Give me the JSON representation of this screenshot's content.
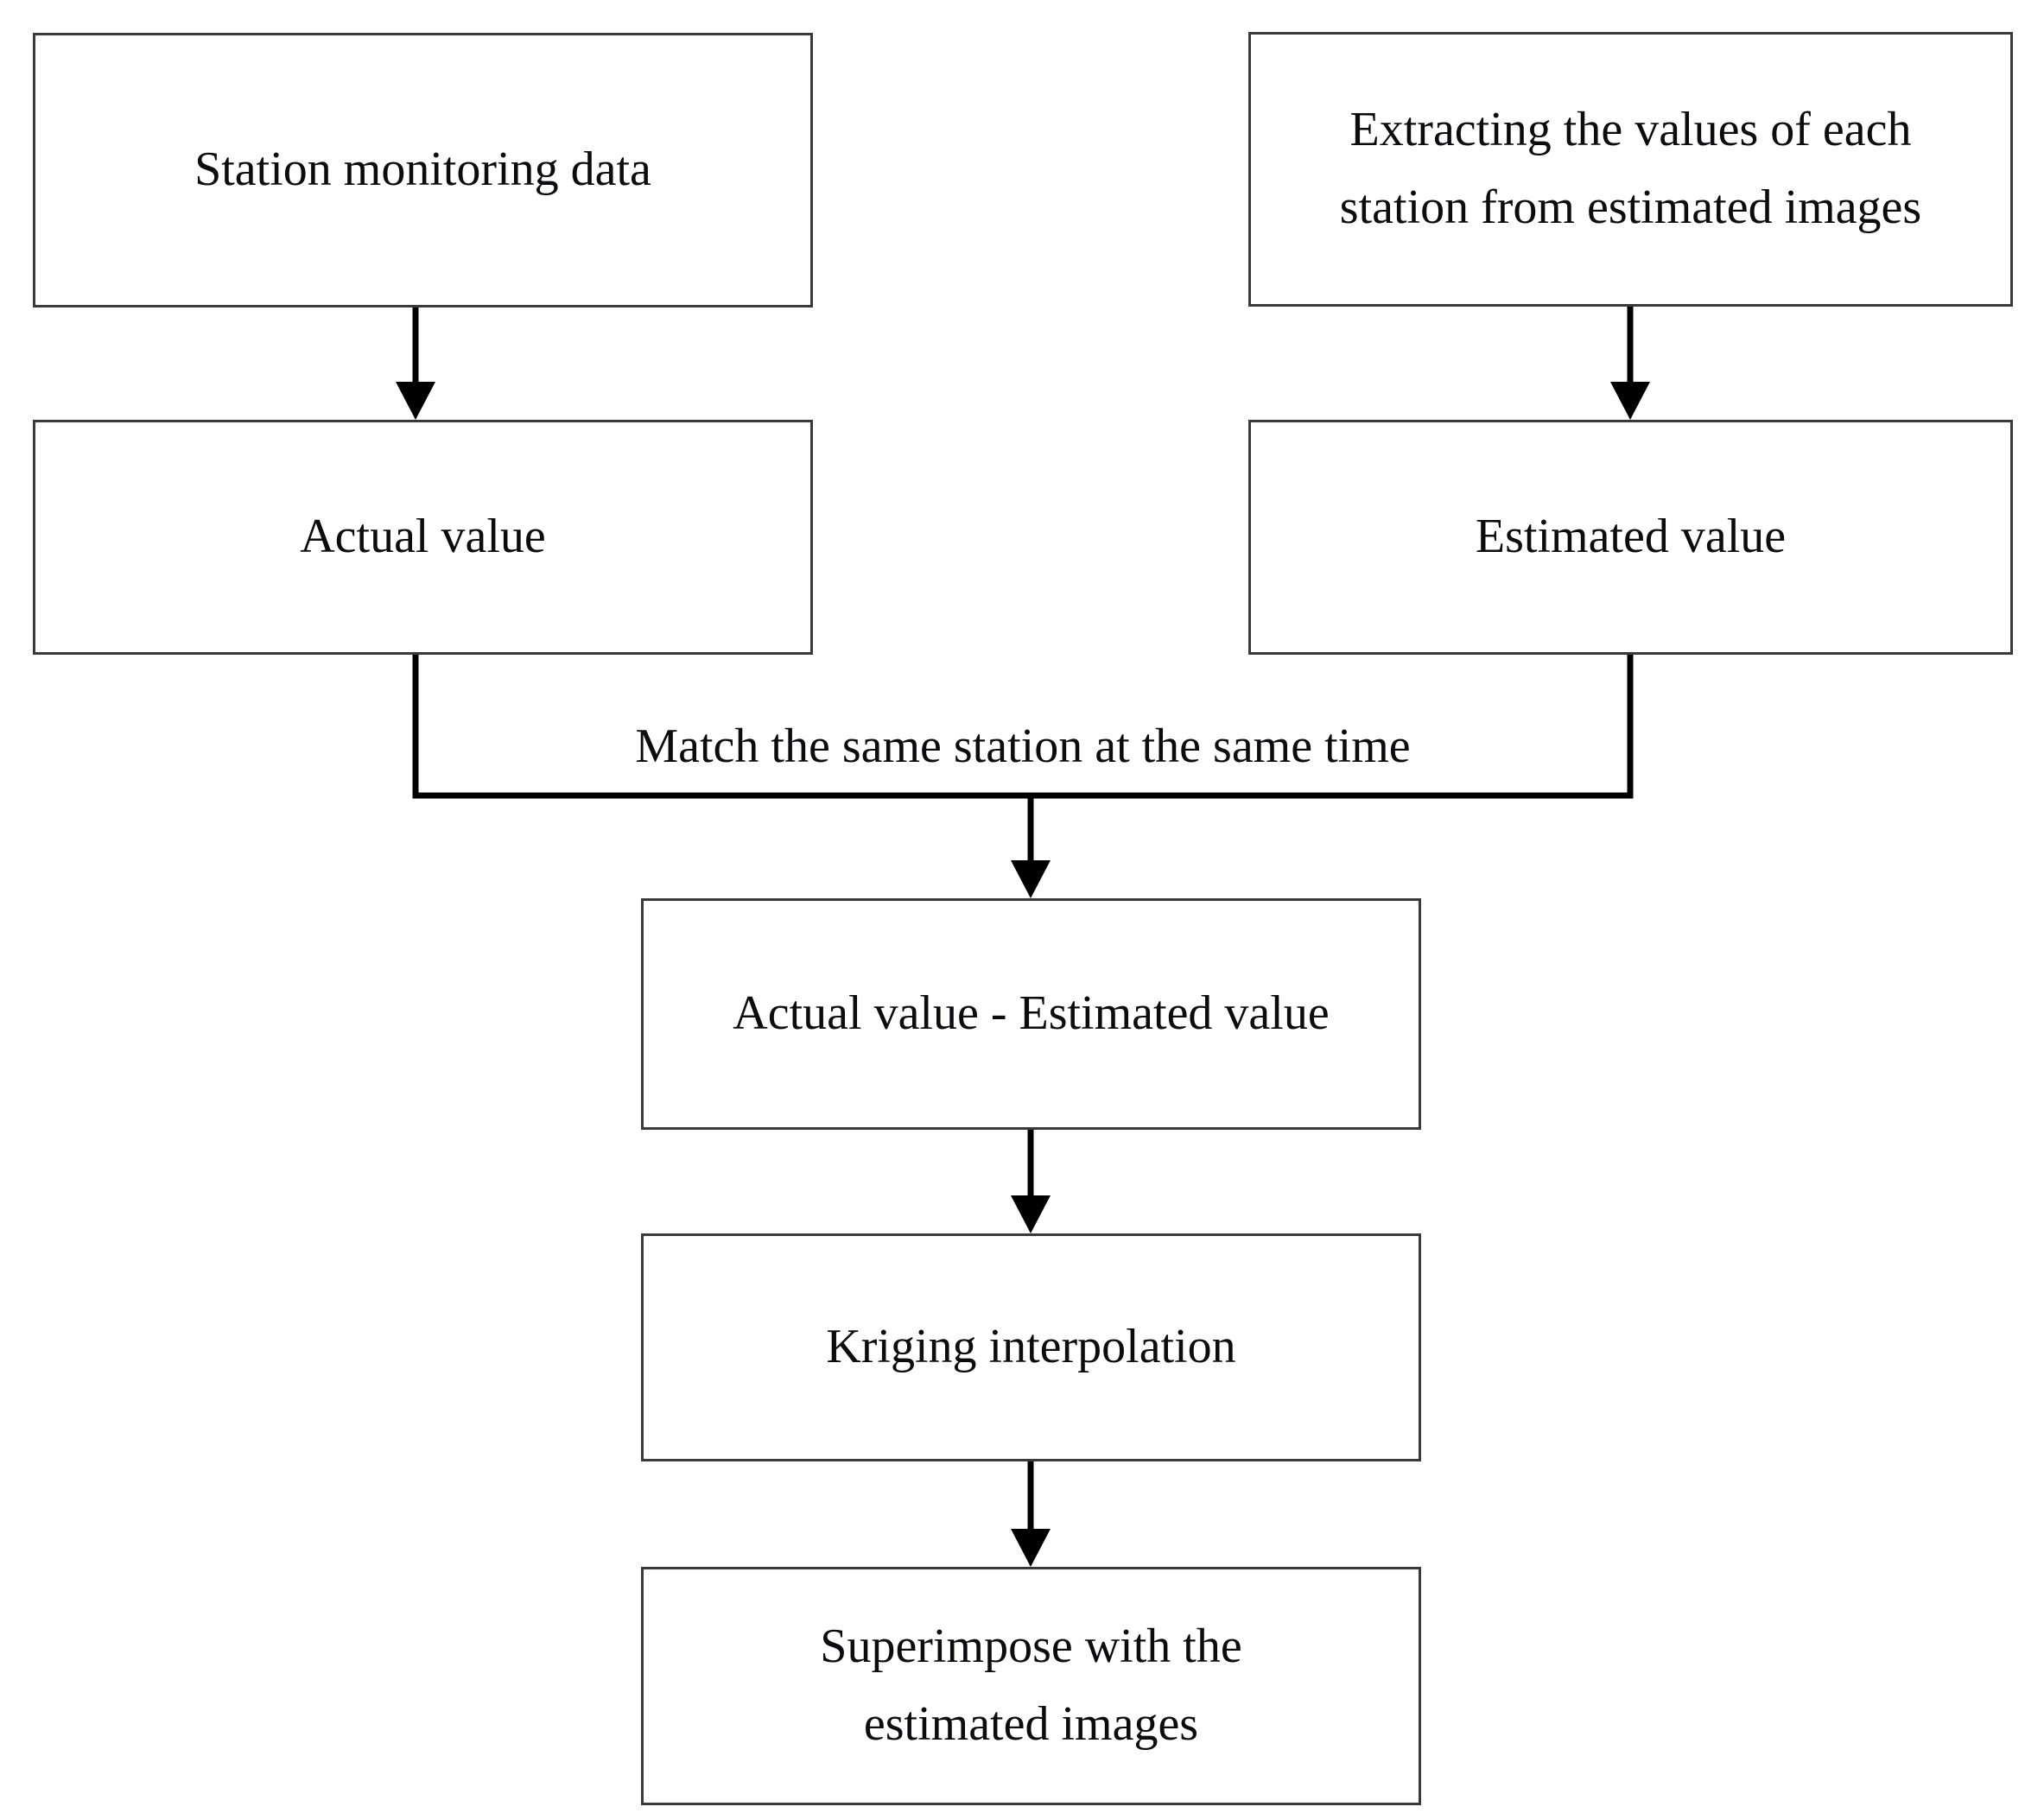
{
  "diagram": {
    "background": "#ffffff",
    "stroke_color": "#000000",
    "text_color": "#0b0b10",
    "nodes": {
      "station_monitoring_data": "Station monitoring data",
      "extracting_values": "Extracting the values of each\nstation from estimated images",
      "actual_value": "Actual value",
      "estimated_value": "Estimated value",
      "difference": "Actual value - Estimated value",
      "kriging_interpolation": "Kriging interpolation",
      "superimpose": "Superimpose with the\nestimated images"
    },
    "edge_labels": {
      "match": "Match the same station at the same time"
    }
  }
}
